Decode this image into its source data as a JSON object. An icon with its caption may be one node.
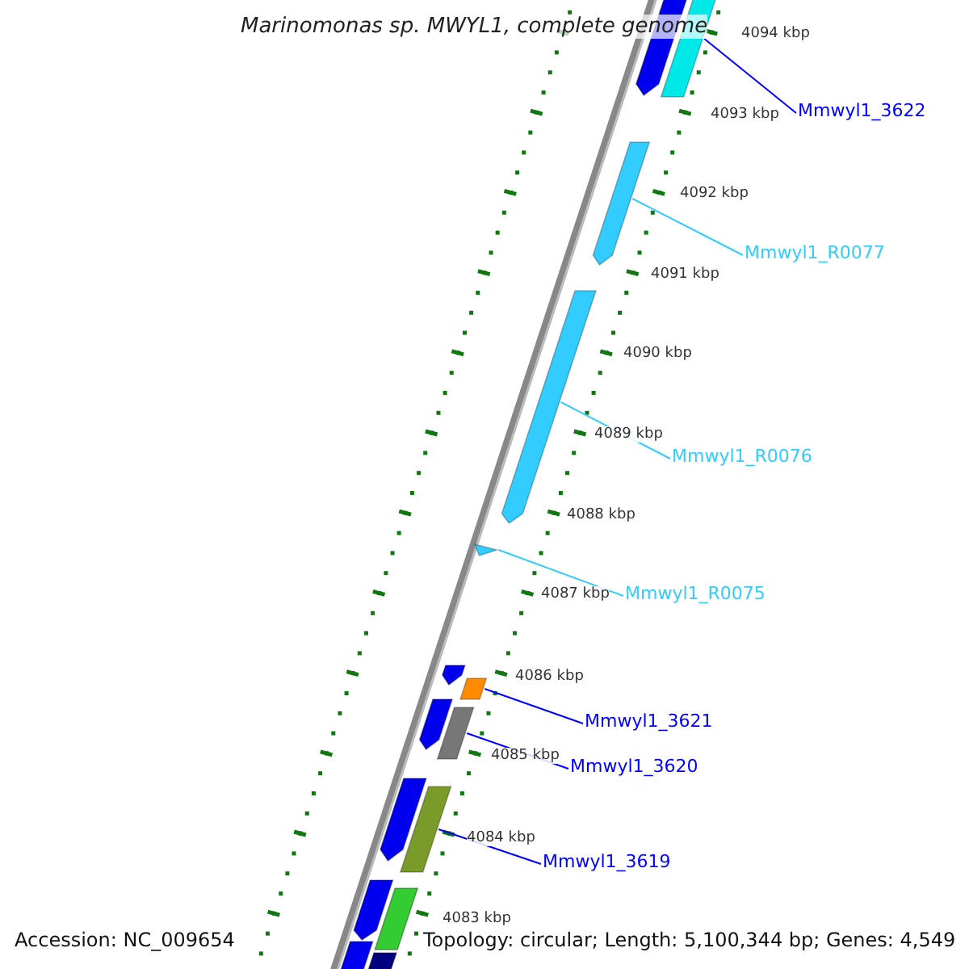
{
  "diagram": {
    "title": "Marinomonas sp. MWYL1, complete genome",
    "nodes": [
      {
        "text": [
          "Mmwyl1_3622"
        ]
      },
      {
        "text": [],
        "shape": "bar"
      },
      {
        "text": [
          "Mmwyl1_R0077"
        ]
      },
      {
        "text": [],
        "shape": "bar"
      },
      {
        "text": [
          "Mmwyl1_R0076"
        ]
      },
      {
        "text": [],
        "shape": "bar"
      },
      {
        "text": [
          "Mmwyl1_R0075"
        ]
      },
      {
        "text": [],
        "shape": "triangle"
      },
      {
        "text": [
          "Mmwyl1_3621"
        ]
      },
      {
        "text": [],
        "shape": "bar"
      },
      {
        "text": [
          "Mmwyl1_3620"
        ]
      },
      {
        "text": [],
        "shape": "bar"
      },
      {
        "text": [
          "Mmwyl1_3619"
        ]
      },
      {
        "text": [],
        "shape": "bar"
      }
    ],
    "edges": [
      {
        "from": 0,
        "to": 1,
        "arrow": "none"
      },
      {
        "from": 2,
        "to": 3,
        "arrow": "none",
        "color": "#33ccff"
      },
      {
        "from": 4,
        "to": 5,
        "arrow": "none",
        "color": "#33ccff"
      },
      {
        "from": 6,
        "to": 7,
        "arrow": "none",
        "color": "#33ccff"
      },
      {
        "from": 8,
        "to": 9,
        "arrow": "none"
      },
      {
        "from": 10,
        "to": 11,
        "arrow": "none"
      },
      {
        "from": 12,
        "to": 13,
        "arrow": "none"
      }
    ],
    "labels": [
      "4094 kbp",
      "4093 kbp",
      "4092 kbp",
      "4091 kbp",
      "4090 kbp",
      "4089 kbp",
      "4088 kbp",
      "4087 kbp",
      "4086 kbp",
      "4085 kbp",
      "4084 kbp",
      "4083 kbp",
      "Accession: NC_009654",
      "Topology: circular; Length: 5,100,344 bp; Genes: 4,549"
    ]
  }
}
